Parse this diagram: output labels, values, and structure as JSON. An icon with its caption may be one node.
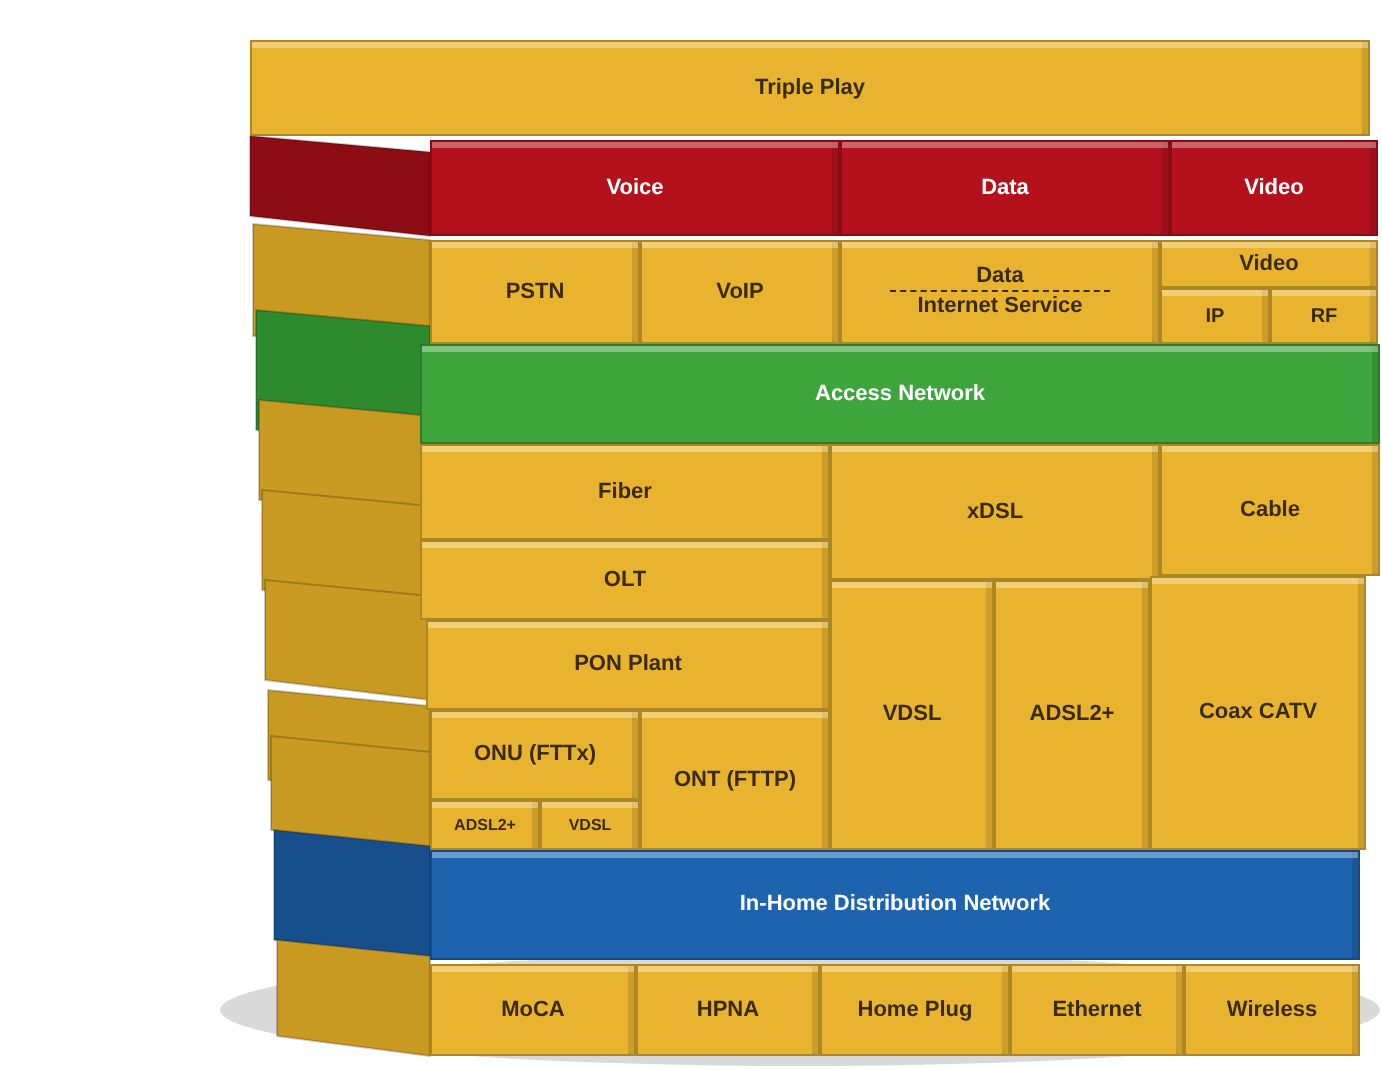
{
  "diagram": {
    "nodes": [
      {
        "text": [
          "Triple Play"
        ]
      },
      {
        "text": [
          "Voice"
        ]
      },
      {
        "text": [
          "Data"
        ]
      },
      {
        "text": [
          "Video"
        ]
      },
      {
        "text": [
          "PSTN"
        ]
      },
      {
        "text": [
          "VoIP"
        ]
      },
      {
        "text": [
          "Data",
          "Internet Service"
        ]
      },
      {
        "text": [
          "Video"
        ]
      },
      {
        "text": [
          "IP"
        ]
      },
      {
        "text": [
          "RF"
        ]
      },
      {
        "text": [
          "Access Network"
        ]
      },
      {
        "text": [
          "Fiber"
        ]
      },
      {
        "text": [
          "xDSL"
        ]
      },
      {
        "text": [
          "Cable"
        ]
      },
      {
        "text": [
          "OLT"
        ]
      },
      {
        "text": [
          "PON Plant"
        ]
      },
      {
        "text": [
          "VDSL"
        ]
      },
      {
        "text": [
          "ADSL2+"
        ]
      },
      {
        "text": [
          "Coax CATV"
        ]
      },
      {
        "text": [
          "ONU (FTTx)"
        ]
      },
      {
        "text": [
          "ONT (FTTP)"
        ]
      },
      {
        "text": [
          "ADSL2+"
        ]
      },
      {
        "text": [
          "VDSL"
        ]
      },
      {
        "text": [
          "In-Home Distribution Network"
        ]
      },
      {
        "text": [
          "MoCA"
        ]
      },
      {
        "text": [
          "HPNA"
        ]
      },
      {
        "text": [
          "Home Plug"
        ]
      },
      {
        "text": [
          "Ethernet"
        ]
      },
      {
        "text": [
          "Wireless"
        ]
      }
    ]
  }
}
